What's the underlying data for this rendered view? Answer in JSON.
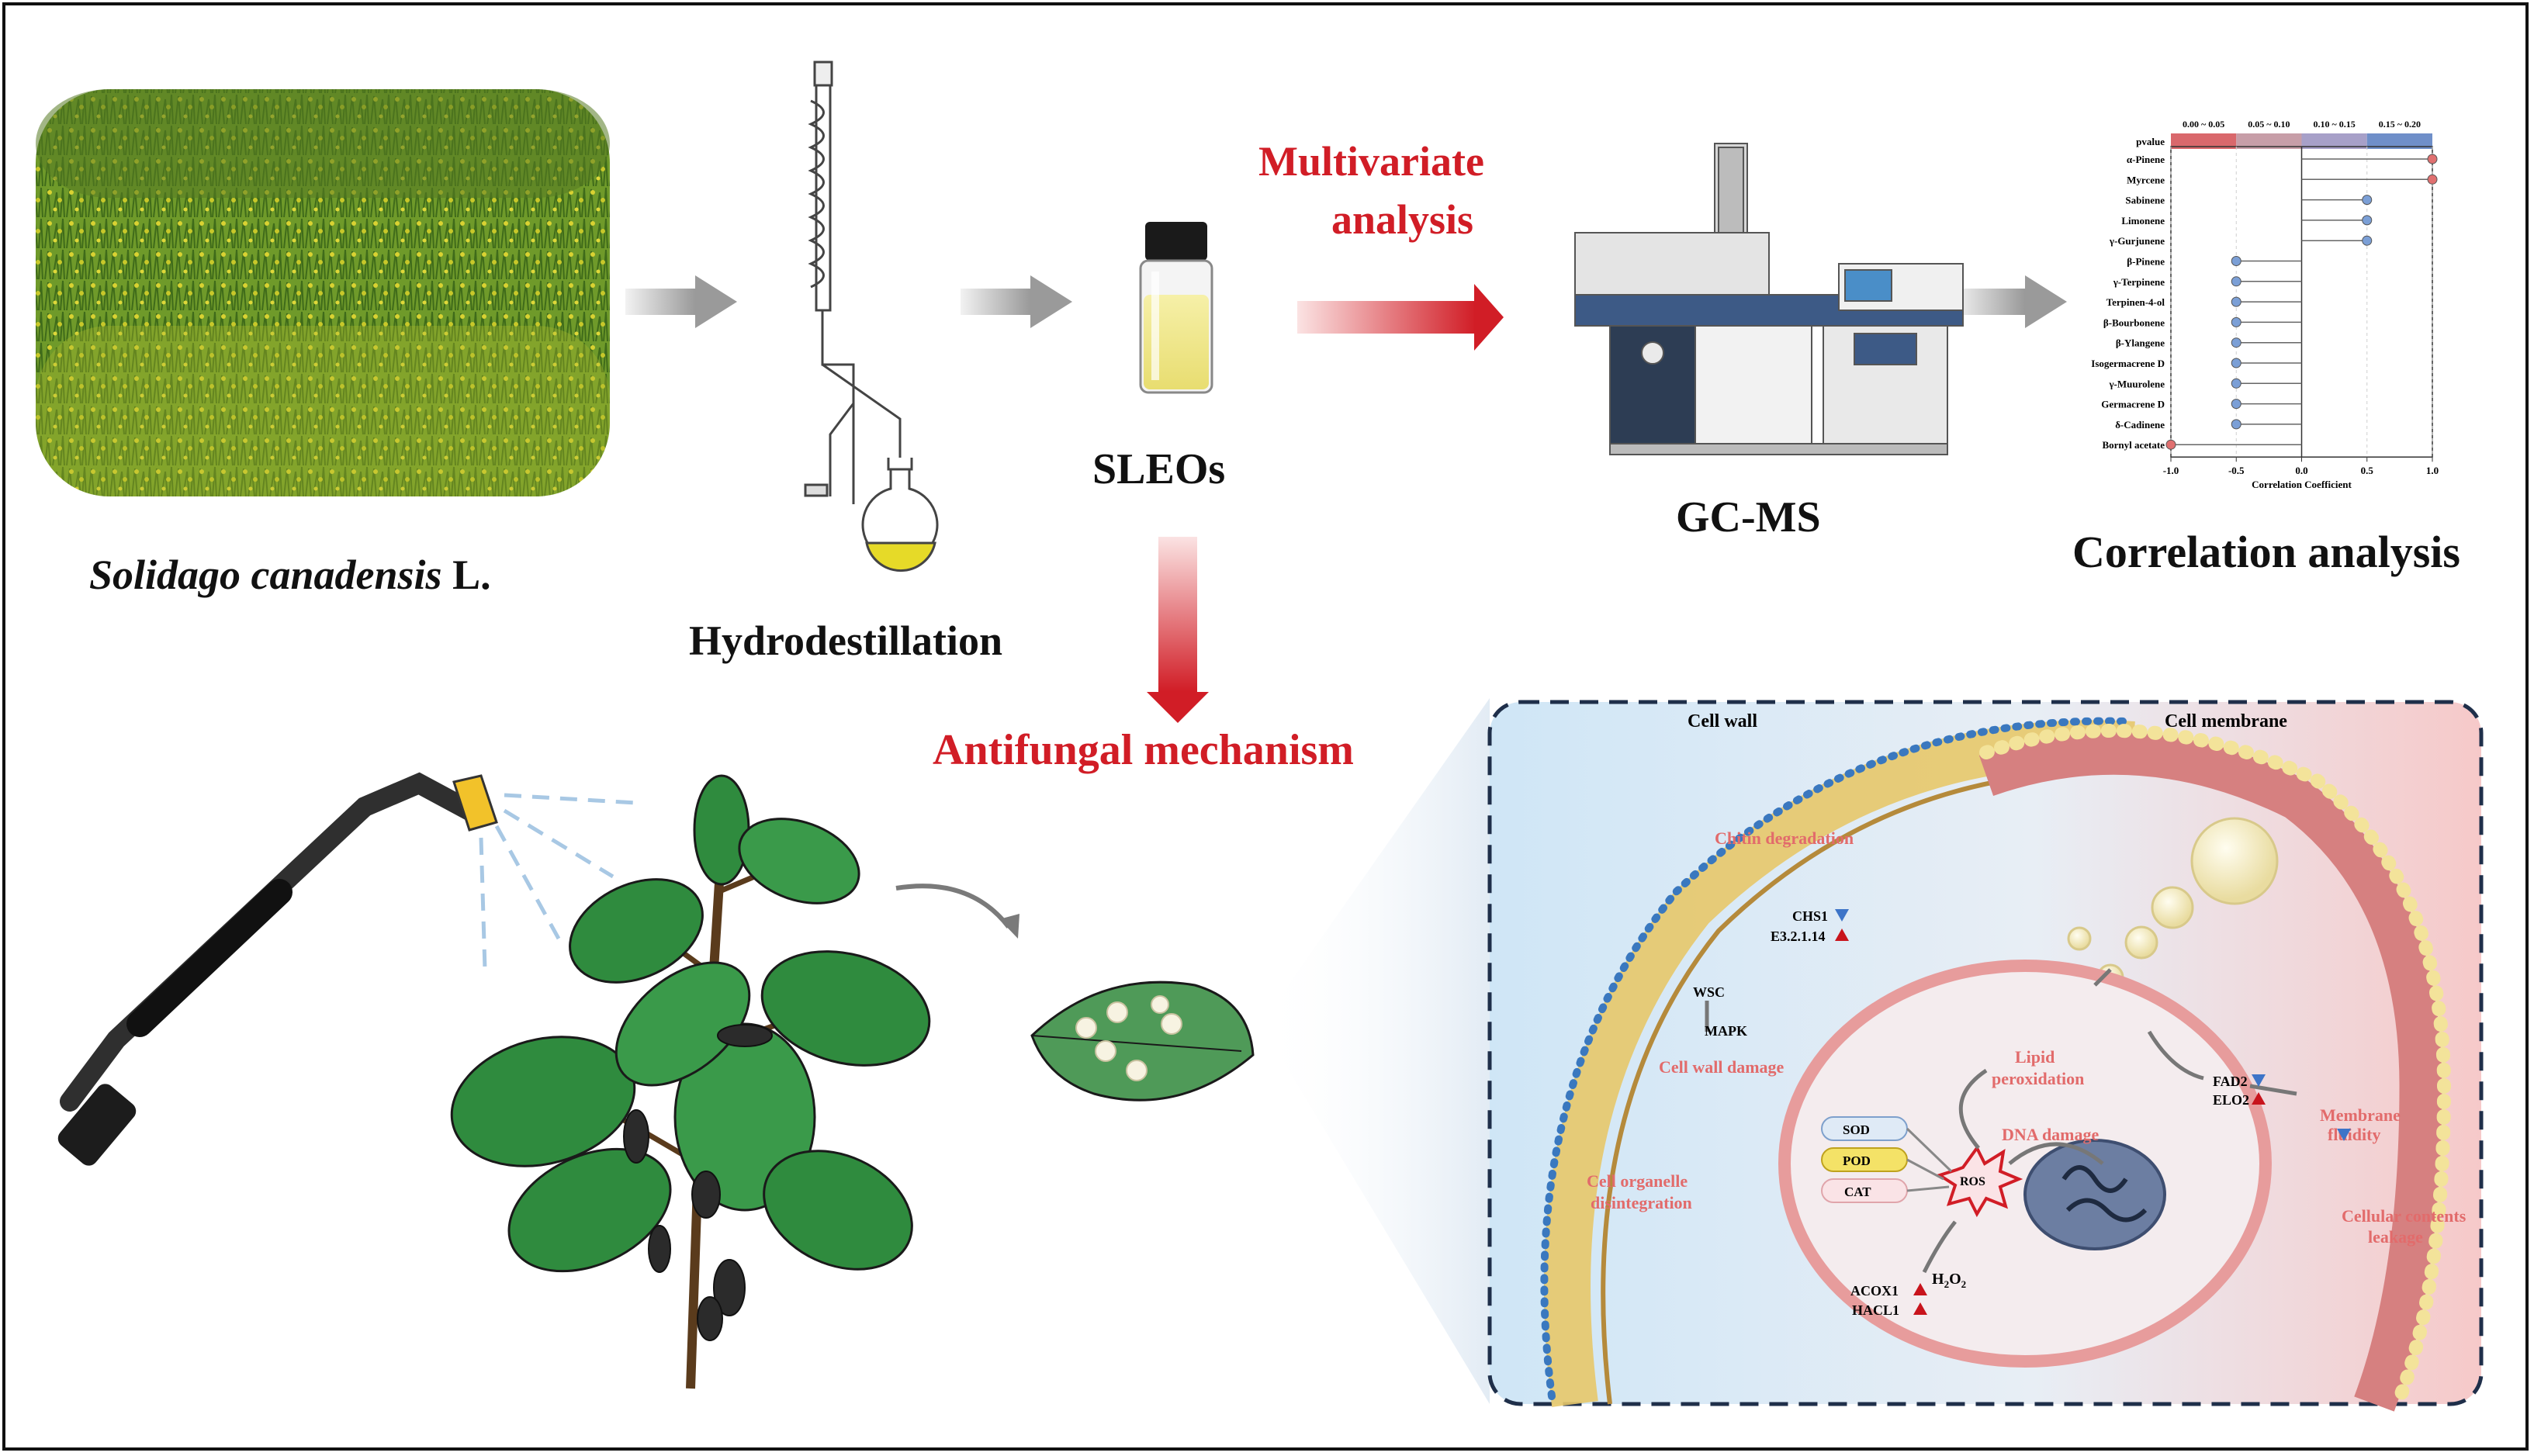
{
  "labels": {
    "plant_species": "Solidago canadensis",
    "plant_species_suffix": " L.",
    "hydro": "Hydrodestillation",
    "sleos": "SLEOs",
    "multivariate_line1": "Multivariate",
    "multivariate_line2": "analysis",
    "gcms": "GC-MS",
    "correlation": "Correlation analysis",
    "antifungal": "Antifungal mechanism"
  },
  "chart_data": {
    "type": "lollipop",
    "xlabel": "Correlation Coefficient",
    "xlim": [
      -1.0,
      1.0
    ],
    "xticks": [
      "-1.0",
      "-0.5",
      "0.0",
      "0.5",
      "1.0"
    ],
    "pvalue_label": "pvalue",
    "pvalue_bins": [
      "0.00 ~ 0.05",
      "0.05 ~ 0.10",
      "0.10 ~ 0.15",
      "0.15 ~ 0.20"
    ],
    "pvalue_colors": [
      "#d9686c",
      "#c79ea8",
      "#a7a0c8",
      "#6f8fc9"
    ],
    "compounds": [
      "α-Pinene",
      "Myrcene",
      "Sabinene",
      "Limonene",
      "γ-Gurjunene",
      "β-Pinene",
      "γ-Terpinene",
      "Terpinen-4-ol",
      "β-Bourbonene",
      "β-Ylangene",
      "Isogermacrene D",
      "γ-Muurolene",
      "Germacrene D",
      "δ-Cadinene",
      "Bornyl acetate"
    ],
    "values": [
      1.0,
      1.0,
      0.5,
      0.5,
      0.5,
      -0.5,
      -0.5,
      -0.5,
      -0.5,
      -0.5,
      -0.5,
      -0.5,
      -0.5,
      -0.5,
      -1.0
    ],
    "point_colors": [
      "#e07070",
      "#e07070",
      "#7b9fd6",
      "#7b9fd6",
      "#7b9fd6",
      "#7b9fd6",
      "#7b9fd6",
      "#7b9fd6",
      "#7b9fd6",
      "#7b9fd6",
      "#7b9fd6",
      "#7b9fd6",
      "#7b9fd6",
      "#7b9fd6",
      "#e07070"
    ]
  },
  "cell": {
    "cell_wall": "Cell wall",
    "cell_membrane": "Cell membrane",
    "chitin_degradation": "Chitin degradation",
    "chs1": "CHS1",
    "e3": "E3.2.1.14",
    "wsc": "WSC",
    "mapk": "MAPK",
    "cell_wall_damage": "Cell wall damage",
    "organelle_line1": "Cell organelle",
    "organelle_line2": "disintegration",
    "lipid_line1": "Lipid",
    "lipid_line2": "peroxidation",
    "dna_damage": "DNA damage",
    "sod": "SOD",
    "pod": "POD",
    "cat": "CAT",
    "ros": "ROS",
    "h2o2": "H",
    "h2o2_sub1": "2",
    "h2o2_o": "O",
    "h2o2_sub2": "2",
    "acox1": "ACOX1",
    "hacl1": "HACL1",
    "fad2": "FAD2",
    "elo2": "ELO2",
    "membrane_line1": "Membrane",
    "membrane_line2": "fluidity",
    "leakage_line1": "Cellular contents",
    "leakage_line2": "leakage"
  },
  "colors": {
    "red": "#d11d26",
    "up": "#c8141c",
    "down": "#3d74c8"
  }
}
